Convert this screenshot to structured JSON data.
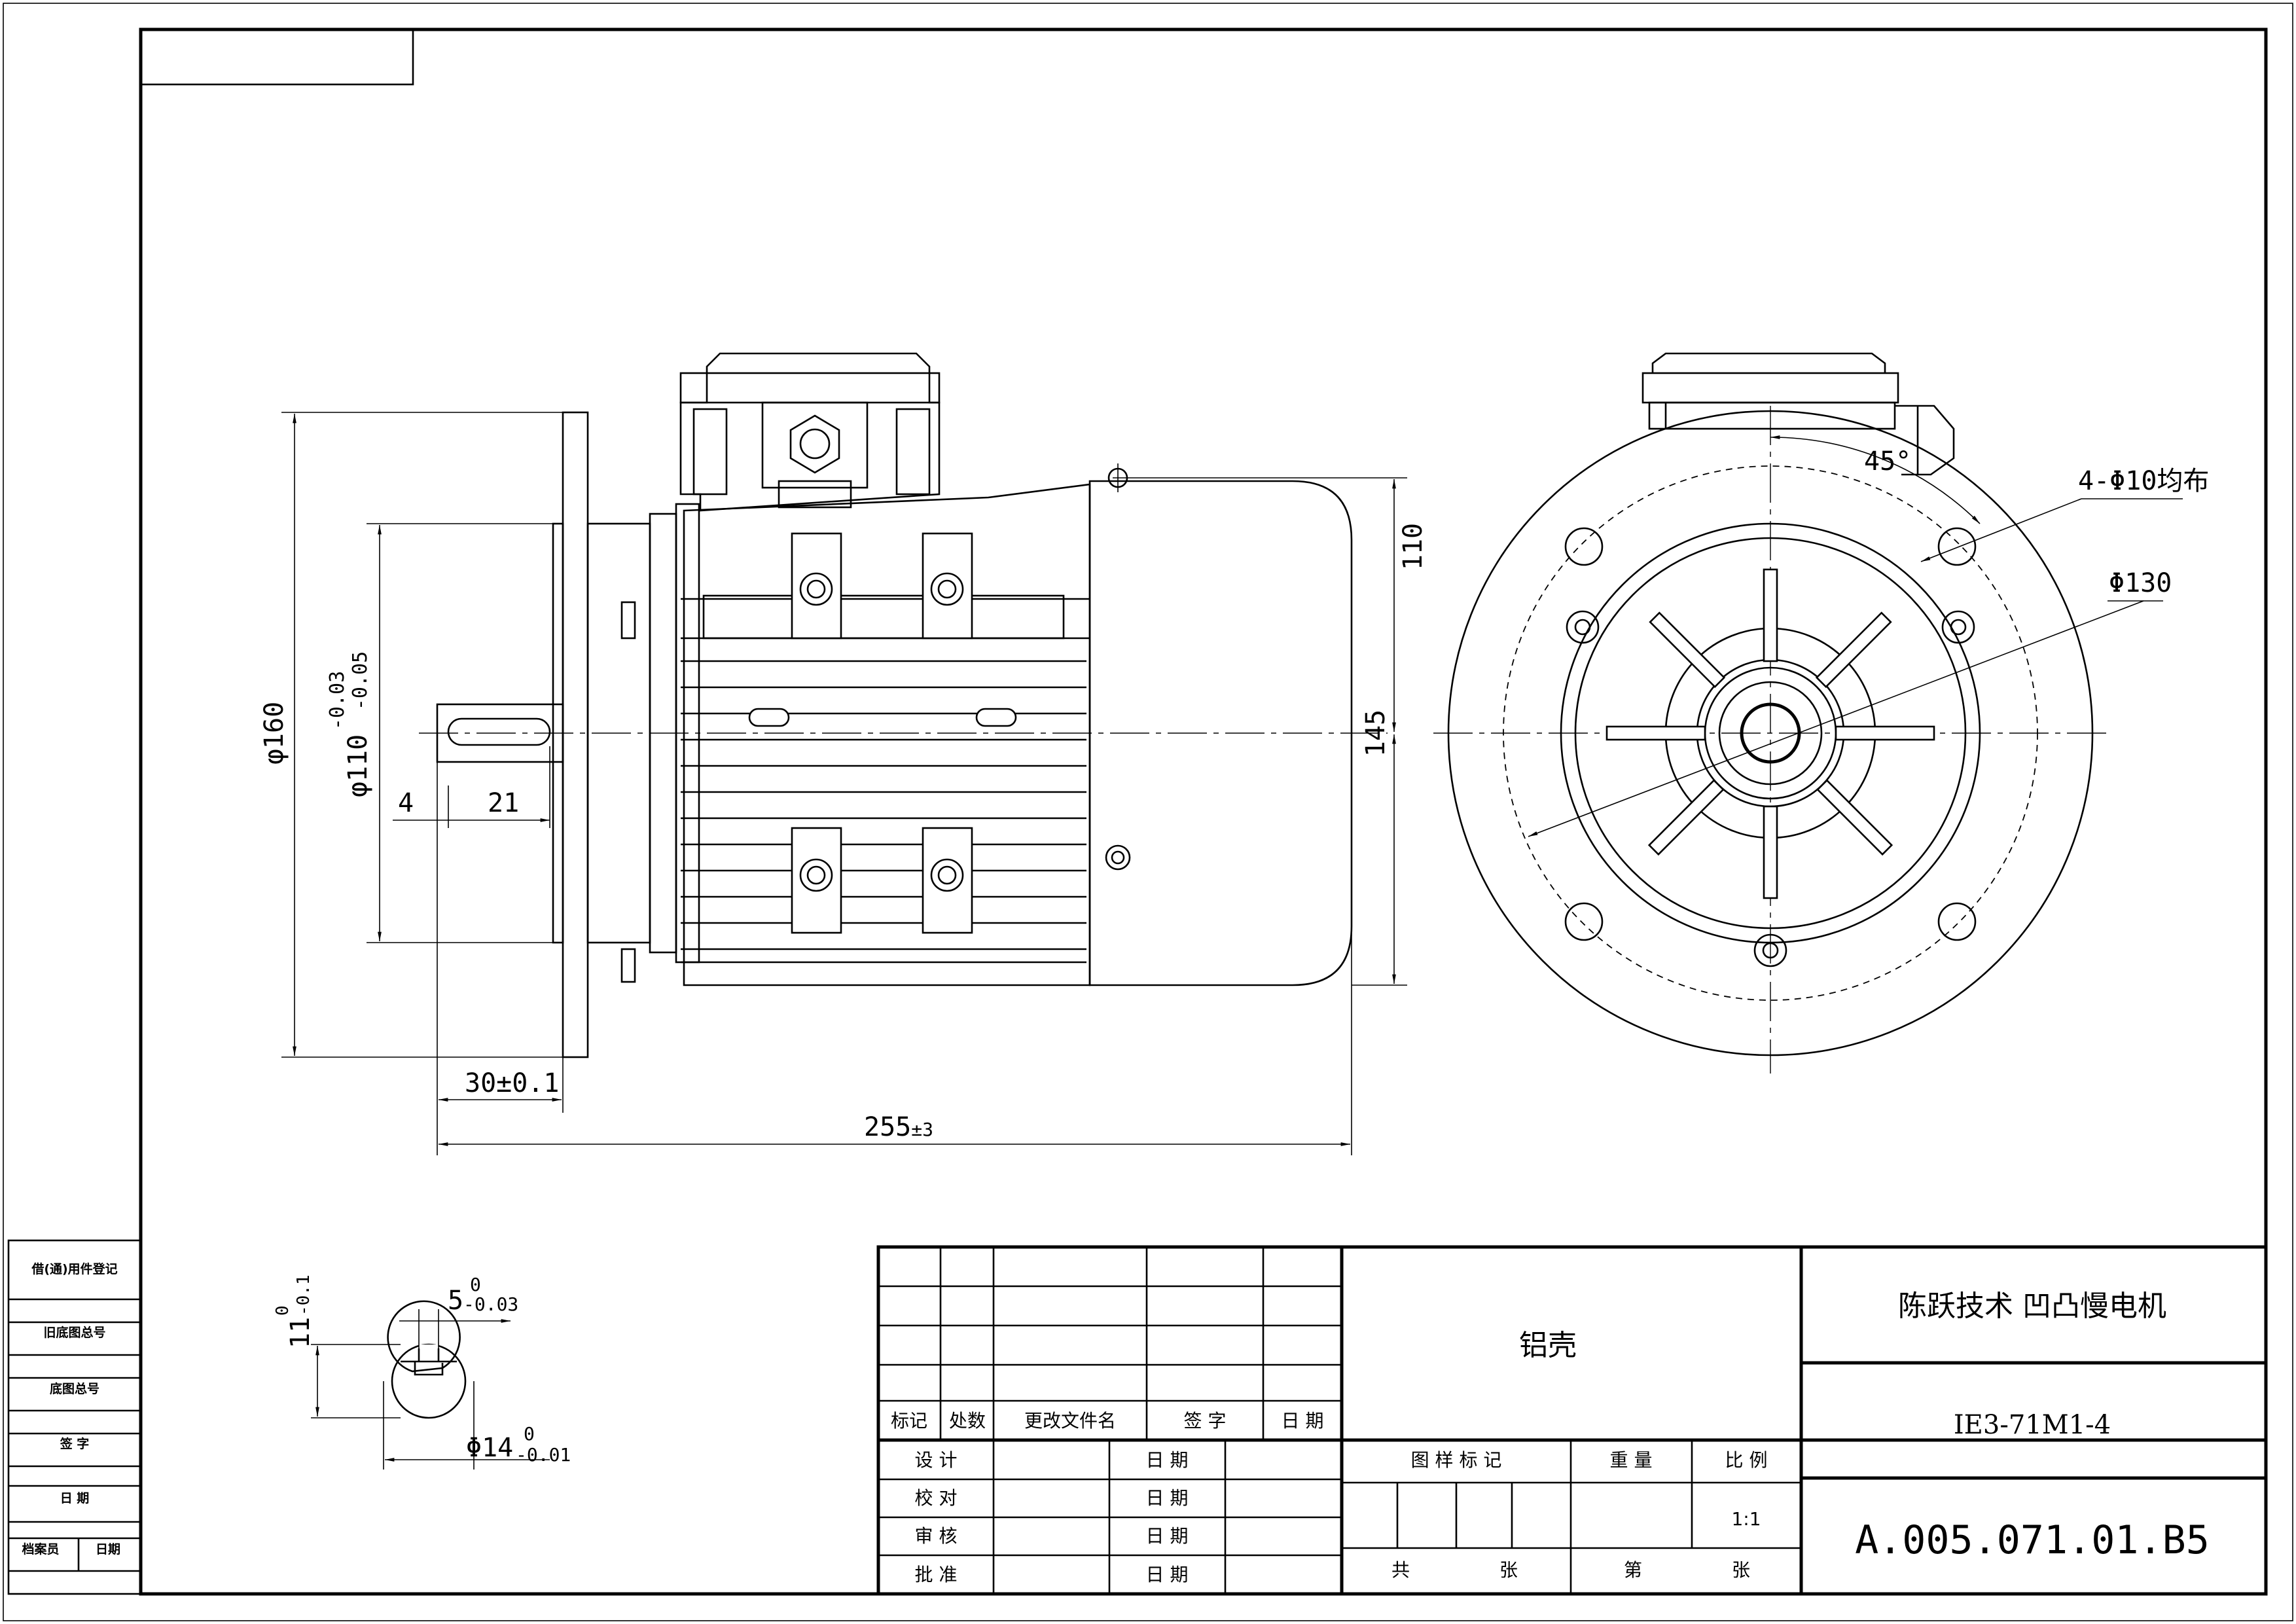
{
  "dimensions": {
    "flange_dia": "φ160",
    "spigot_dia": "φ110",
    "spigot_tol_upper": "-0.03",
    "spigot_tol_lower": "-0.05",
    "key_offset": "4",
    "key_length": "21",
    "shaft_length": "30±0.1",
    "overall_length": "255",
    "overall_length_tol": "±3",
    "shaft_height": "110",
    "frame_height": "145",
    "angle": "45°",
    "holes": "4-Φ10均布",
    "pcd": "Φ130"
  },
  "shaft_section": {
    "key_width": "5",
    "key_width_tol_upper": "0",
    "key_width_tol_lower": "-0.03",
    "key_depth": "11",
    "key_depth_tol_upper": "0",
    "key_depth_tol_lower": "-0.1",
    "shaft_dia": "Φ14",
    "shaft_dia_tol_upper": "0",
    "shaft_dia_tol_lower": "-0.01"
  },
  "side_strip": [
    "借(通)用件登记",
    "旧底图总号",
    "底图总号",
    "签 字",
    "日 期",
    "档案员",
    "日期"
  ],
  "title_block": {
    "revision_headers": [
      "标记",
      "处数",
      "更改文件名",
      "签 字",
      "日 期"
    ],
    "rows": [
      {
        "label": "设 计",
        "date_label": "日 期"
      },
      {
        "label": "校 对",
        "date_label": "日 期"
      },
      {
        "label": "审 核",
        "date_label": "日 期"
      },
      {
        "label": "批 准",
        "date_label": "日 期"
      }
    ],
    "material": "铝壳",
    "pattern_mark_label": "图 样 标 记",
    "weight_label": "重 量",
    "scale_label": "比 例",
    "scale_value": "1:1",
    "total_label": "共",
    "sheet_label": "张",
    "page_label": "第",
    "page_sheet_label": "张",
    "company_product": "陈跃技术 凹凸慢电机",
    "model": "IE3-71M1-4",
    "drawing_number": "A.005.071.01.B5"
  }
}
